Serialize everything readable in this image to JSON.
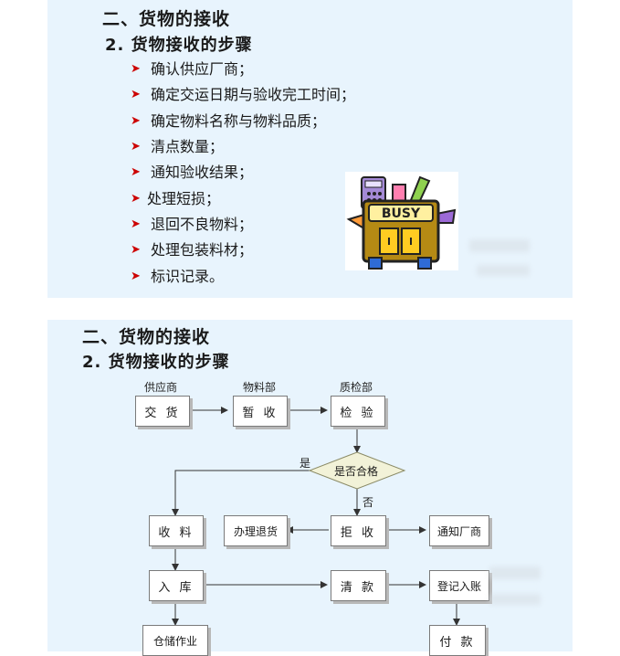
{
  "slide1": {
    "title": "二、货物的接收",
    "subtitle": "2. 货物接收的步骤",
    "bullets": [
      "确认供应厂商；",
      "确定交运日期与验收完工时间；",
      "确定物料名称与物料品质；",
      "清点数量；",
      "通知验收结果；",
      "处理短损；",
      "退回不良物料；",
      "处理包装料材；",
      "标识记录。"
    ],
    "clipart_text": "BUSY"
  },
  "slide2": {
    "title": "二、货物的接收",
    "subtitle": "2. 货物接收的步骤",
    "columns": [
      "供应商",
      "物料部",
      "质检部"
    ],
    "nodes": {
      "deliver": "交 货",
      "hold": "暂 收",
      "inspect": "检 验",
      "qualified": "是否合格",
      "receive": "收 料",
      "return": "办理退货",
      "reject": "拒 收",
      "notify": "通知厂商",
      "warehouse": "入 库",
      "settle": "清 款",
      "register": "登记入账",
      "storage": "仓储作业",
      "pay": "付 款"
    },
    "yes_label": "是",
    "no_label": "否"
  }
}
